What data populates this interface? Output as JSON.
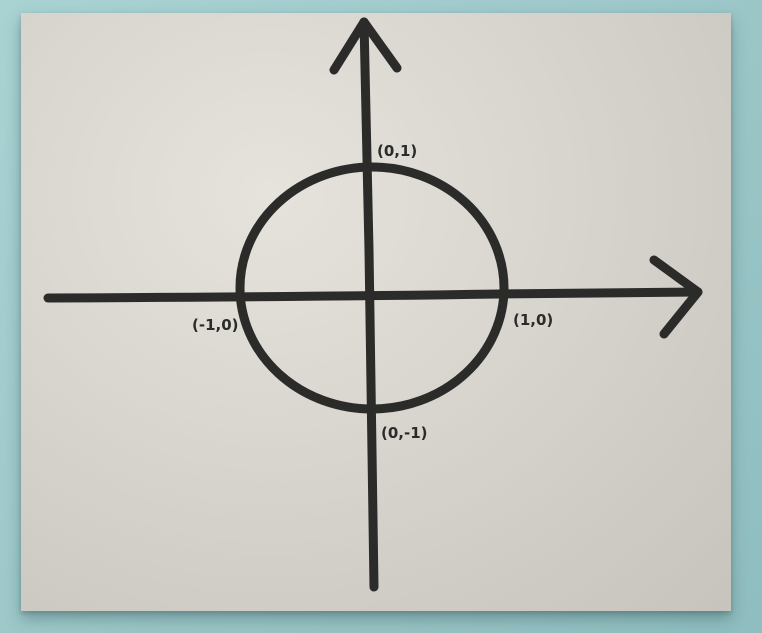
{
  "diagram": {
    "ink_color": "#2b2b29",
    "board_color": "#d8d4ce",
    "frame_color": "#9cc7c8",
    "points": {
      "top": "(0,1)",
      "bottom": "(0,-1)",
      "left": "(-1,0)",
      "right": "(1,0)"
    },
    "shapes": {
      "circle": "unit-circle",
      "x_axis": "arrow-right",
      "y_axis": "arrow-up"
    }
  }
}
